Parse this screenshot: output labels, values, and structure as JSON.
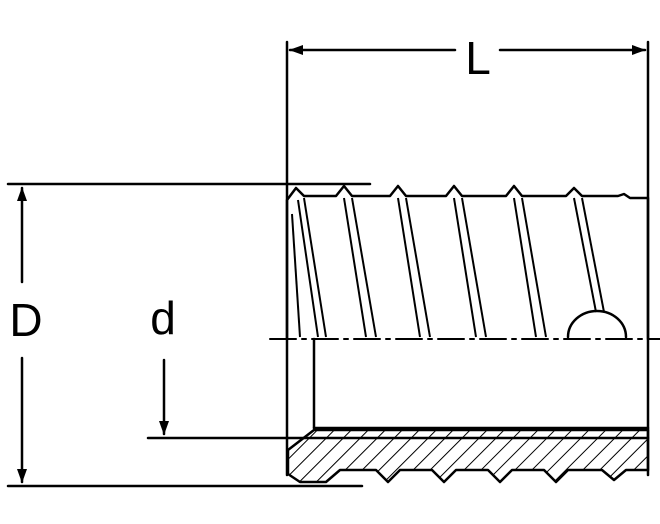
{
  "labels": {
    "length": "L",
    "outer_diameter": "D",
    "inner_diameter": "d"
  },
  "colors": {
    "line": "#000000",
    "background": "#ffffff"
  }
}
